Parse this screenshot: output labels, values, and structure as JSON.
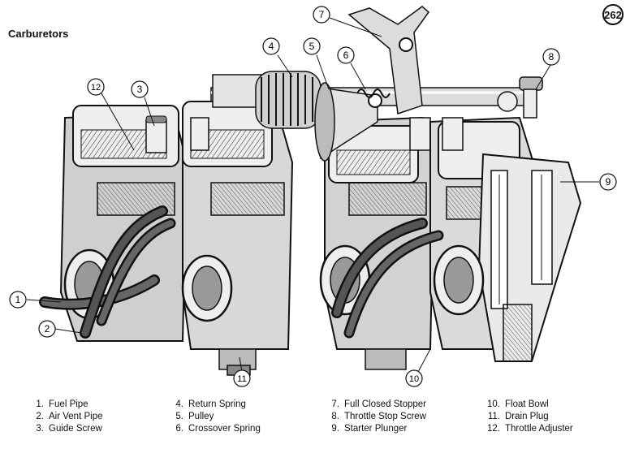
{
  "title": "Carburetors",
  "page_number": "262",
  "callouts": [
    "1",
    "2",
    "3",
    "4",
    "5",
    "6",
    "7",
    "8",
    "9",
    "10",
    "11",
    "12"
  ],
  "legend": [
    [
      {
        "num": "1.",
        "label": "Fuel Pipe"
      },
      {
        "num": "2.",
        "label": "Air Vent Pipe"
      },
      {
        "num": "3.",
        "label": "Guide Screw"
      }
    ],
    [
      {
        "num": "4.",
        "label": "Return Spring"
      },
      {
        "num": "5.",
        "label": "Pulley"
      },
      {
        "num": "6.",
        "label": "Crossover Spring"
      }
    ],
    [
      {
        "num": "7.",
        "label": "Full Closed Stopper"
      },
      {
        "num": "8.",
        "label": "Throttle Stop Screw"
      },
      {
        "num": "9.",
        "label": "Starter Plunger"
      }
    ],
    [
      {
        "num": "10.",
        "label": "Float Bowl"
      },
      {
        "num": "11.",
        "label": "Drain Plug"
      },
      {
        "num": "12.",
        "label": "Throttle Adjuster"
      }
    ]
  ]
}
